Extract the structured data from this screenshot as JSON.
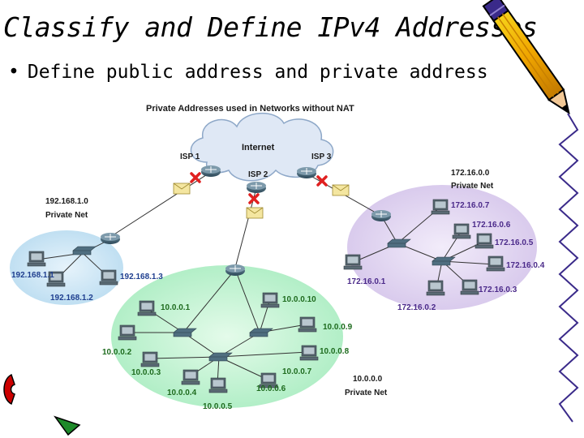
{
  "slide": {
    "title": "Classify and Define IPv4 Addresses",
    "bullet": "Define public address and private address"
  },
  "diagram": {
    "title": "Private Addresses used in Networks without NAT",
    "cloud_label": "Internet",
    "isp1": "ISP 1",
    "isp2": "ISP 2",
    "isp3": "ISP 3",
    "net_left": {
      "address": "192.168.1.0",
      "name": "Private Net",
      "hosts": [
        "192.168.1.1",
        "192.168.1.2",
        "192.168.1.3"
      ]
    },
    "net_right": {
      "address": "172.16.0.0",
      "name": "Private Net",
      "hosts": [
        "172.16.0.7",
        "172.16.0.6",
        "172.16.0.5",
        "172.16.0.4",
        "172.16.0.3",
        "172.16.0.2",
        "172.16.0.1"
      ]
    },
    "net_bottom": {
      "address": "10.0.0.0",
      "name": "Private Net",
      "hosts": [
        "10.0.0.1",
        "10.0.0.2",
        "10.0.0.3",
        "10.0.0.4",
        "10.0.0.5",
        "10.0.0.6",
        "10.0.0.7",
        "10.0.0.8",
        "10.0.0.9",
        "10.0.0.10"
      ]
    }
  },
  "colors": {
    "net_left_fill": "#cfe6f4",
    "net_right_fill": "#e2d6f0",
    "net_bottom_fill": "#bff0cf",
    "cloud_fill": "#dfe8f5",
    "blocked_x": "#e02020"
  },
  "icons": [
    "router-icon",
    "switch-icon",
    "computer-icon",
    "envelope-icon",
    "blocked-x-icon",
    "pencil-icon"
  ]
}
